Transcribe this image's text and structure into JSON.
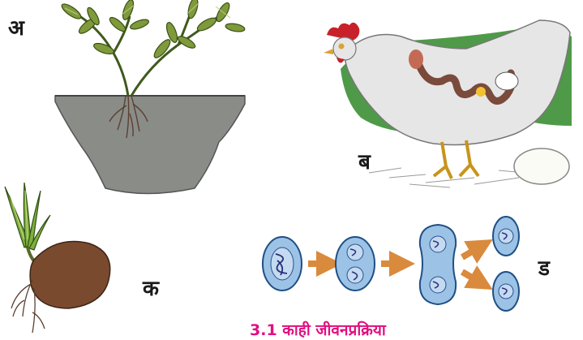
{
  "labels": {
    "a": "अ",
    "b": "ब",
    "c": "क",
    "d": "ड"
  },
  "caption": "3.1 काही जीवनप्रक्रिया",
  "colors": {
    "caption": "#e0117f",
    "soil": "#8a8c88",
    "leaf": "#7f9a3a",
    "leaf_accent": "#b9c98a",
    "hen_body": "#e6e6e6",
    "hen_green": "#4f9a48",
    "comb": "#c8212a",
    "seed": "#7a4a2e",
    "cell_fill": "#9cc3e6",
    "cell_border": "#1f4f84",
    "arrow": "#d98a3c"
  },
  "icons": [
    "plant-cutting-icon",
    "hen-laying-egg-icon",
    "germinating-seed-icon",
    "cell-division-icon"
  ]
}
